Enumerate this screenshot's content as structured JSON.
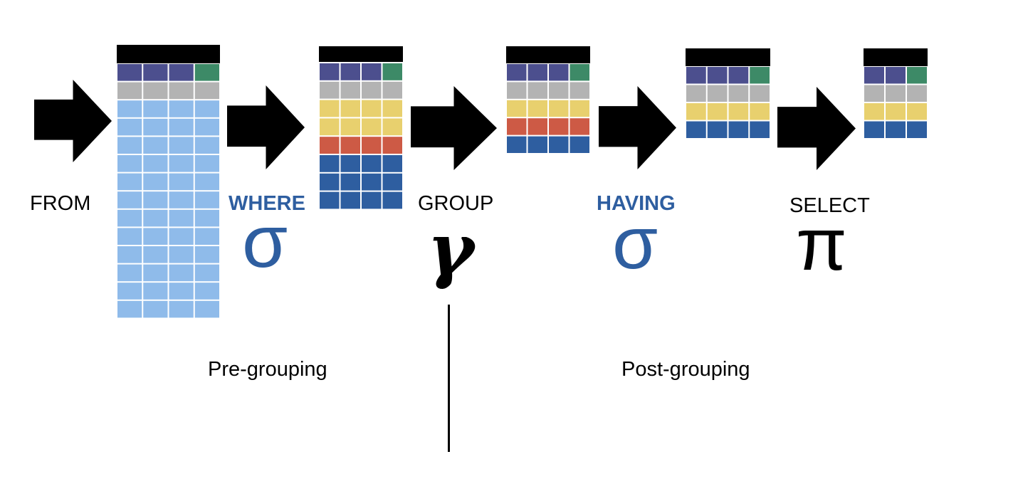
{
  "colors": {
    "dark_purple": "#4c4f8e",
    "teal_green": "#3d8a67",
    "gray": "#b3b3b3",
    "light_blue": "#8fbbea",
    "yellow": "#e8d06e",
    "red": "#cd5a45",
    "dark_blue": "#2e5ea0",
    "header": "#000000",
    "label_blue": "#2e5ea0"
  },
  "steps": [
    {
      "label": "FROM",
      "symbol": "",
      "color": "#000000"
    },
    {
      "label": "WHERE",
      "symbol": "σ",
      "color": "#2e5ea0"
    },
    {
      "label": "GROUP",
      "symbol": "γ",
      "color": "#000000"
    },
    {
      "label": "HAVING",
      "symbol": "σ",
      "color": "#2e5ea0"
    },
    {
      "label": "SELECT",
      "symbol": "π",
      "color": "#000000"
    }
  ],
  "tables": [
    {
      "name": "from-table",
      "rows": [
        [
          "dark_purple",
          "dark_purple",
          "dark_purple",
          "teal_green"
        ],
        [
          "gray",
          "gray",
          "gray",
          "gray"
        ],
        [
          "light_blue",
          "light_blue",
          "light_blue",
          "light_blue"
        ],
        [
          "light_blue",
          "light_blue",
          "light_blue",
          "light_blue"
        ],
        [
          "light_blue",
          "light_blue",
          "light_blue",
          "light_blue"
        ],
        [
          "light_blue",
          "light_blue",
          "light_blue",
          "light_blue"
        ],
        [
          "light_blue",
          "light_blue",
          "light_blue",
          "light_blue"
        ],
        [
          "light_blue",
          "light_blue",
          "light_blue",
          "light_blue"
        ],
        [
          "light_blue",
          "light_blue",
          "light_blue",
          "light_blue"
        ],
        [
          "light_blue",
          "light_blue",
          "light_blue",
          "light_blue"
        ],
        [
          "light_blue",
          "light_blue",
          "light_blue",
          "light_blue"
        ],
        [
          "light_blue",
          "light_blue",
          "light_blue",
          "light_blue"
        ],
        [
          "light_blue",
          "light_blue",
          "light_blue",
          "light_blue"
        ],
        [
          "light_blue",
          "light_blue",
          "light_blue",
          "light_blue"
        ]
      ]
    },
    {
      "name": "where-table",
      "rows": [
        [
          "dark_purple",
          "dark_purple",
          "dark_purple",
          "teal_green"
        ],
        [
          "gray",
          "gray",
          "gray",
          "gray"
        ],
        [
          "yellow",
          "yellow",
          "yellow",
          "yellow"
        ],
        [
          "yellow",
          "yellow",
          "yellow",
          "yellow"
        ],
        [
          "red",
          "red",
          "red",
          "red"
        ],
        [
          "dark_blue",
          "dark_blue",
          "dark_blue",
          "dark_blue"
        ],
        [
          "dark_blue",
          "dark_blue",
          "dark_blue",
          "dark_blue"
        ],
        [
          "dark_blue",
          "dark_blue",
          "dark_blue",
          "dark_blue"
        ]
      ]
    },
    {
      "name": "group-table",
      "rows": [
        [
          "dark_purple",
          "dark_purple",
          "dark_purple",
          "teal_green"
        ],
        [
          "gray",
          "gray",
          "gray",
          "gray"
        ],
        [
          "yellow",
          "yellow",
          "yellow",
          "yellow"
        ],
        [
          "red",
          "red",
          "red",
          "red"
        ],
        [
          "dark_blue",
          "dark_blue",
          "dark_blue",
          "dark_blue"
        ]
      ]
    },
    {
      "name": "having-table",
      "rows": [
        [
          "dark_purple",
          "dark_purple",
          "dark_purple",
          "teal_green"
        ],
        [
          "gray",
          "gray",
          "gray",
          "gray"
        ],
        [
          "yellow",
          "yellow",
          "yellow",
          "yellow"
        ],
        [
          "dark_blue",
          "dark_blue",
          "dark_blue",
          "dark_blue"
        ]
      ]
    },
    {
      "name": "select-table",
      "rows": [
        [
          "dark_purple",
          "dark_purple",
          "teal_green"
        ],
        [
          "gray",
          "gray",
          "gray"
        ],
        [
          "yellow",
          "yellow",
          "yellow"
        ],
        [
          "dark_blue",
          "dark_blue",
          "dark_blue"
        ]
      ]
    }
  ],
  "phases": {
    "pre": "Pre-grouping",
    "post": "Post-grouping"
  }
}
